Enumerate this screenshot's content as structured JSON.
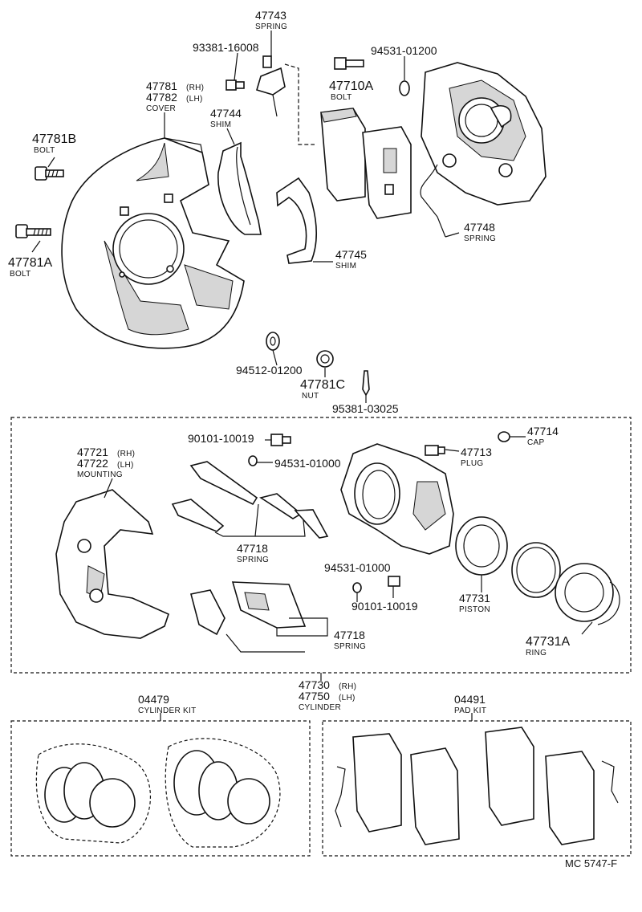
{
  "labels": {
    "spring_47743": {
      "num": "47743",
      "name": "SPRING"
    },
    "bolt_93381": {
      "num": "93381-16008"
    },
    "washer_94531_top": {
      "num": "94531-01200"
    },
    "bolt_47710A": {
      "num": "47710A",
      "name": "BOLT"
    },
    "cover": {
      "num1": "47781",
      "tag1": "(RH)",
      "num2": "47782",
      "tag2": "(LH)",
      "name": "COVER"
    },
    "shim_47744": {
      "num": "47744",
      "name": "SHIM"
    },
    "bolt_47781B": {
      "num": "47781B",
      "name": "BOLT"
    },
    "bolt_47781A": {
      "num": "47781A",
      "name": "BOLT"
    },
    "shim_47745": {
      "num": "47745",
      "name": "SHIM"
    },
    "spring_47748": {
      "num": "47748",
      "name": "SPRING"
    },
    "washer_94512": {
      "num": "94512-01200"
    },
    "nut_47781C": {
      "num": "47781C",
      "name": "NUT"
    },
    "pin_95381": {
      "num": "95381-03025"
    },
    "bolt_90101_top": {
      "num": "90101-10019"
    },
    "washer_94531_mid": {
      "num": "94531-01000"
    },
    "cap_47714": {
      "num": "47714",
      "name": "CAP"
    },
    "plug_47713": {
      "num": "47713",
      "name": "PLUG"
    },
    "mounting": {
      "num1": "47721",
      "tag1": "(RH)",
      "num2": "47722",
      "tag2": "(LH)",
      "name": "MOUNTING"
    },
    "spring_47718_a": {
      "num": "47718",
      "name": "SPRING"
    },
    "washer_94531_low": {
      "num": "94531-01000"
    },
    "bolt_90101_low": {
      "num": "90101-10019"
    },
    "piston_47731": {
      "num": "47731",
      "name": "PISTON"
    },
    "spring_47718_b": {
      "num": "47718",
      "name": "SPRING"
    },
    "ring_47731A": {
      "num": "47731A",
      "name": "RING"
    },
    "cylinder": {
      "num1": "47730",
      "tag1": "(RH)",
      "num2": "47750",
      "tag2": "(LH)",
      "name": "CYLINDER"
    },
    "cylinder_kit": {
      "num": "04479",
      "name": "CYLINDER KIT"
    },
    "pad_kit": {
      "num": "04491",
      "name": "PAD KIT"
    },
    "figure_code": "MC 5747-F"
  }
}
